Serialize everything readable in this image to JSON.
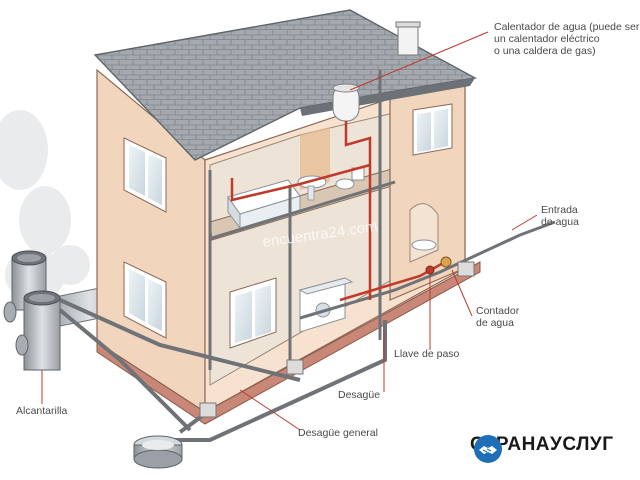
{
  "labels": {
    "heater": [
      "Calentador de agua (puede ser",
      "un calentador eléctrico",
      "o una caldera de gas)"
    ],
    "inlet": [
      "Entrada",
      "de agua"
    ],
    "meter": [
      "Contador",
      "de agua"
    ],
    "valve": "Llave de paso",
    "drain": "Desagüe",
    "main_drain": "Desagüe general",
    "sewer": "Alcantarilla"
  },
  "watermark": "encuentra24.com",
  "brand": {
    "left": "СТРАНА",
    "right": "УСЛУГ"
  },
  "colors": {
    "wall_front": "#f1d5bd",
    "wall_side": "#f6e2cf",
    "roof": "#9aa0a6",
    "hot_pipe": "#c0392b",
    "cold_pipe": "#6f7378",
    "leader_line": "#c0392b",
    "base": "#c98777",
    "brand_blue": "#1f6fb8"
  }
}
